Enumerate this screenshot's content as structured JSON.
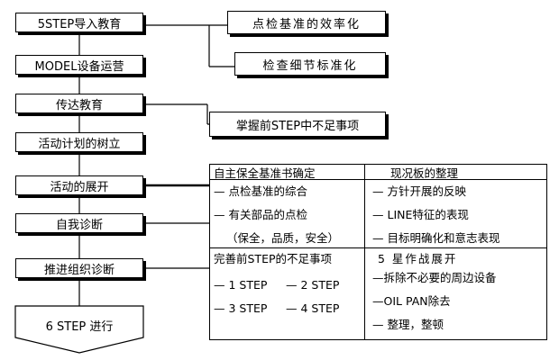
{
  "steps": [
    "5STEP导入教育",
    "MODEL设备运营",
    "传达教育",
    "活动计划的树立",
    "活动的展开",
    "自我诊断",
    "推进组织诊断",
    "6 STEP 进行"
  ],
  "notes": {
    "efficiency": "点检基准的效率化",
    "standardize": "检查细节标准化",
    "grasp": "掌握前STEP中不足事项"
  },
  "table": {
    "header_left": "自主保全基准书确定",
    "header_right": "现况板的整理",
    "left_items": [
      "— 点检基准的综合",
      "— 有关部品的点检",
      "（保全，品质，安全）"
    ],
    "right_items": [
      "— 方针开展的反映",
      "— LINE特征的表现",
      "— 目标明确化和意志表现"
    ],
    "sub_left_title": "完善前STEP的不足事项",
    "sub_right_title": "5 星作战展开",
    "step_grid": [
      "— 1 STEP",
      "— 2 STEP",
      "— 3 STEP",
      "— 4 STEP"
    ],
    "sub_right_items": [
      "—拆除不必要的周边设备",
      "—OIL PAN除去",
      "— 整理，整顿"
    ]
  }
}
